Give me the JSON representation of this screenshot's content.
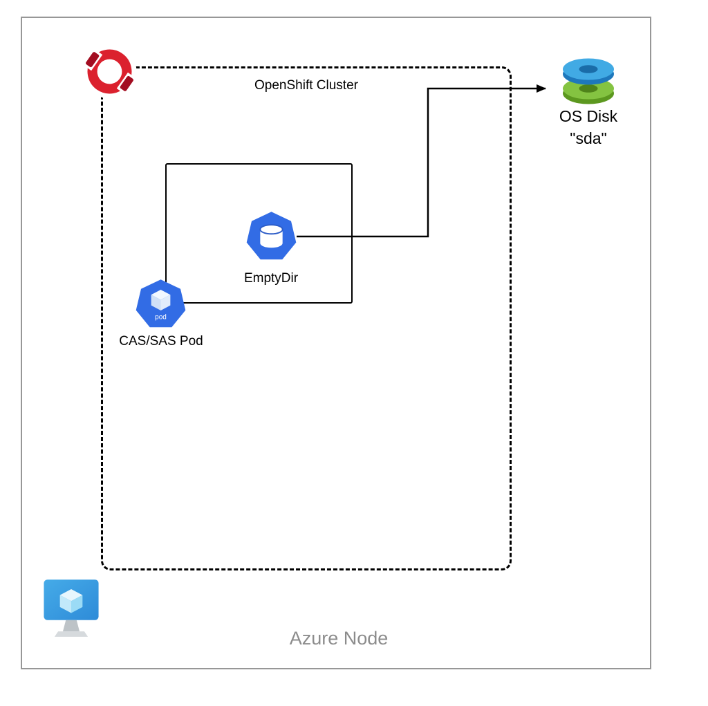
{
  "diagram": {
    "containers": [
      {
        "id": "azure-node",
        "label": "Azure Node"
      },
      {
        "id": "openshift-cluster",
        "label": "OpenShift Cluster"
      }
    ],
    "nodes": [
      {
        "id": "cas-sas-pod",
        "label": "CAS/SAS Pod",
        "icon": "kubernetes-pod-icon",
        "icon_text": "pod"
      },
      {
        "id": "emptydir",
        "label": "EmptyDir",
        "icon": "kubernetes-volume-icon"
      },
      {
        "id": "os-disk",
        "label": "OS Disk",
        "sublabel": "\"sda\"",
        "icon": "azure-disk-icon"
      }
    ],
    "edges": [
      {
        "from": "emptydir",
        "to": "os-disk",
        "style": "solid",
        "arrowhead": "end"
      }
    ]
  },
  "colors": {
    "k8s_blue": "#326CE5",
    "openshift_red": "#DB212E",
    "openshift_dark_red": "#A30D21",
    "disk_blue_top": "#41AAE4",
    "disk_blue_side": "#1E78BC",
    "disk_blue_hole": "#1A6CA8",
    "disk_green_top": "#84C341",
    "disk_green_side": "#5C981F",
    "disk_green_hole": "#4F831A",
    "azure_monitor_blue": "#2E8BD8",
    "line_color": "#000000",
    "border_gray": "#979797",
    "azure_label_gray": "#8C8C8C"
  }
}
